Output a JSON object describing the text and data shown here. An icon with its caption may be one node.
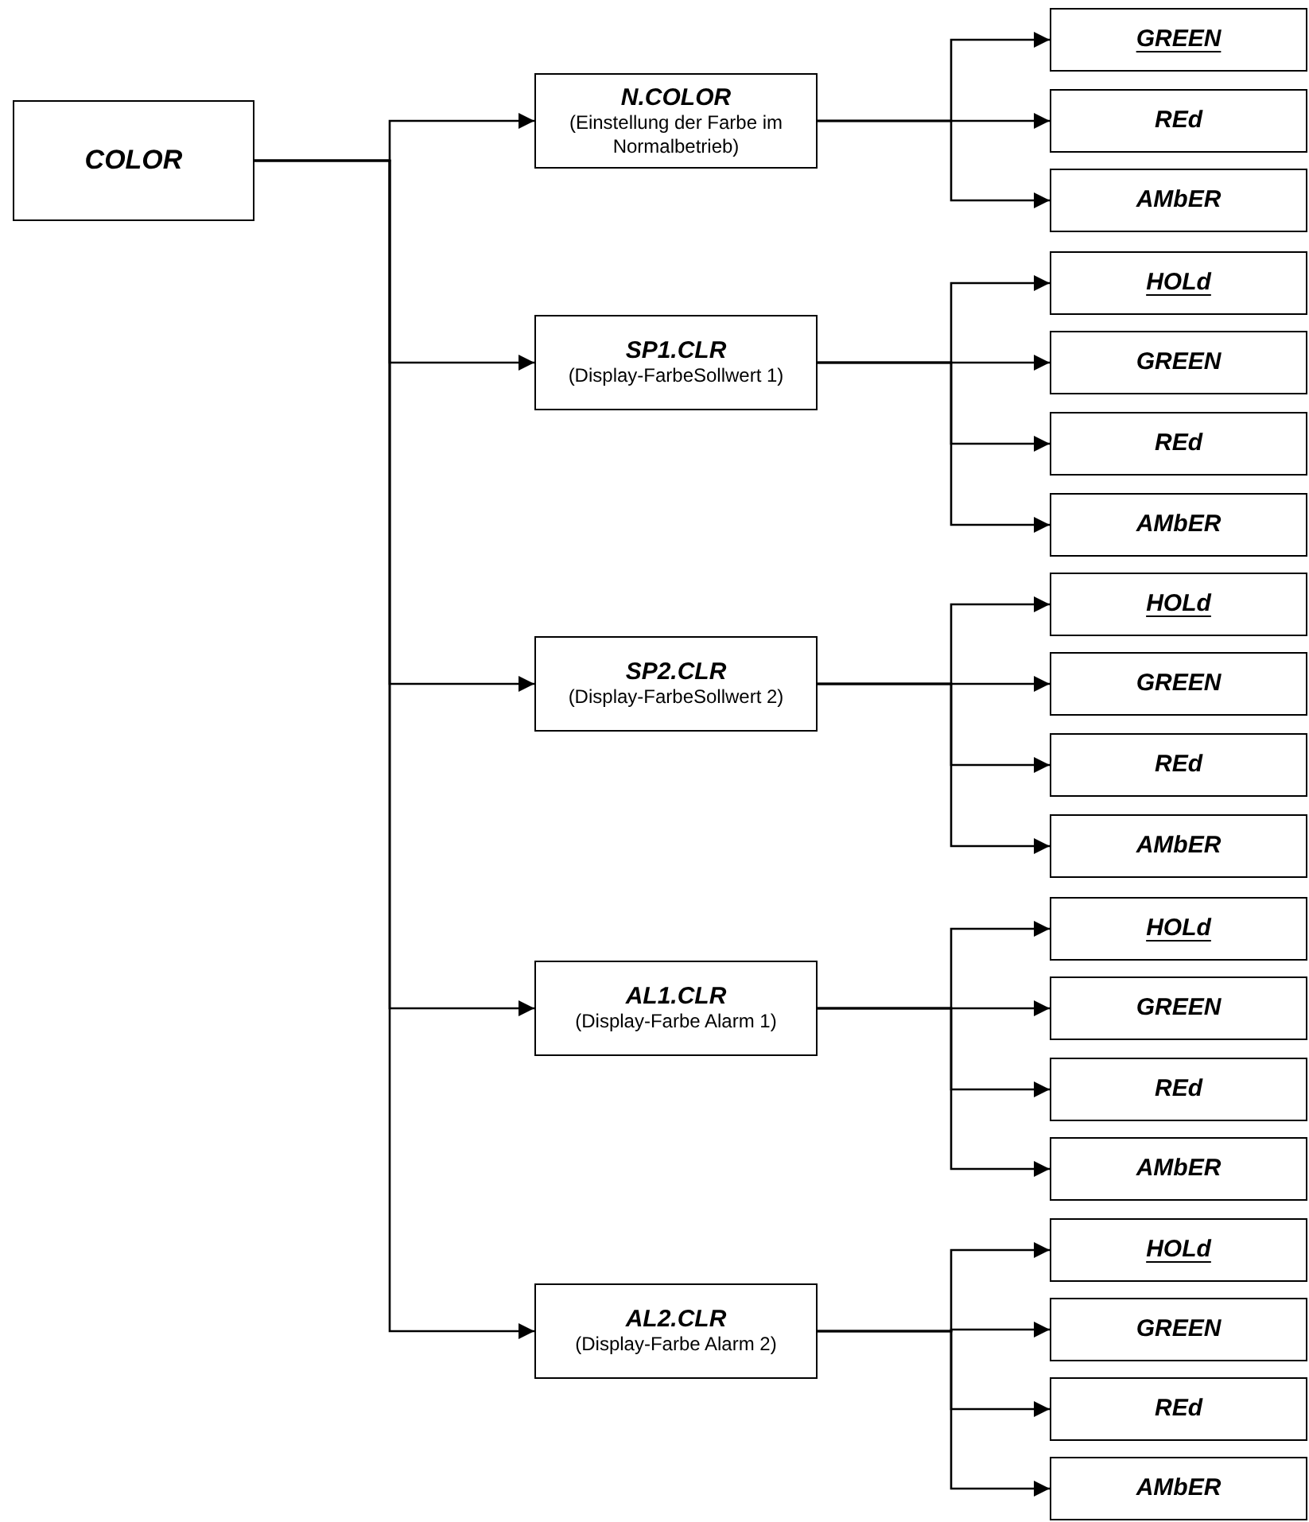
{
  "diagram": {
    "nodes": [
      {
        "text": [
          "COLOR"
        ]
      },
      {
        "text": [
          "N.COLOR",
          "(Einstellung der Farbe im Normalbetrieb)"
        ]
      },
      {
        "text": [
          "GREEN"
        ]
      },
      {
        "text": [
          "REd"
        ]
      },
      {
        "text": [
          "AMbER"
        ]
      },
      {
        "text": [
          "SP1.CLR",
          "(Display-FarbeSollwert 1)"
        ]
      },
      {
        "text": [
          "HOLd"
        ]
      },
      {
        "text": [
          "GREEN"
        ]
      },
      {
        "text": [
          "REd"
        ]
      },
      {
        "text": [
          "AMbER"
        ]
      },
      {
        "text": [
          "SP2.CLR",
          "(Display-FarbeSollwert 2)"
        ]
      },
      {
        "text": [
          "HOLd"
        ]
      },
      {
        "text": [
          "GREEN"
        ]
      },
      {
        "text": [
          "REd"
        ]
      },
      {
        "text": [
          "AMbER"
        ]
      },
      {
        "text": [
          "AL1.CLR",
          "(Display-Farbe Alarm 1)"
        ]
      },
      {
        "text": [
          "HOLd"
        ]
      },
      {
        "text": [
          "GREEN"
        ]
      },
      {
        "text": [
          "REd"
        ]
      },
      {
        "text": [
          "AMbER"
        ]
      },
      {
        "text": [
          "AL2.CLR",
          "(Display-Farbe Alarm 2)"
        ]
      },
      {
        "text": [
          "HOLd"
        ]
      },
      {
        "text": [
          "GREEN"
        ]
      },
      {
        "text": [
          "REd"
        ]
      },
      {
        "text": [
          "AMbER"
        ]
      }
    ],
    "edges": [
      {
        "from": 0,
        "to": 1,
        "arrow": "to"
      },
      {
        "from": 0,
        "to": 5,
        "arrow": "to"
      },
      {
        "from": 0,
        "to": 10,
        "arrow": "to"
      },
      {
        "from": 0,
        "to": 15,
        "arrow": "to"
      },
      {
        "from": 0,
        "to": 20,
        "arrow": "to"
      },
      {
        "from": 1,
        "to": 2,
        "arrow": "to"
      },
      {
        "from": 1,
        "to": 3,
        "arrow": "to"
      },
      {
        "from": 1,
        "to": 4,
        "arrow": "to"
      },
      {
        "from": 5,
        "to": 6,
        "arrow": "to"
      },
      {
        "from": 5,
        "to": 7,
        "arrow": "to"
      },
      {
        "from": 5,
        "to": 8,
        "arrow": "to"
      },
      {
        "from": 5,
        "to": 9,
        "arrow": "to"
      },
      {
        "from": 10,
        "to": 11,
        "arrow": "to"
      },
      {
        "from": 10,
        "to": 12,
        "arrow": "to"
      },
      {
        "from": 10,
        "to": 13,
        "arrow": "to"
      },
      {
        "from": 10,
        "to": 14,
        "arrow": "to"
      },
      {
        "from": 15,
        "to": 16,
        "arrow": "to"
      },
      {
        "from": 15,
        "to": 17,
        "arrow": "to"
      },
      {
        "from": 15,
        "to": 18,
        "arrow": "to"
      },
      {
        "from": 15,
        "to": 19,
        "arrow": "to"
      },
      {
        "from": 20,
        "to": 21,
        "arrow": "to"
      },
      {
        "from": 20,
        "to": 22,
        "arrow": "to"
      },
      {
        "from": 20,
        "to": 23,
        "arrow": "to"
      },
      {
        "from": 20,
        "to": 24,
        "arrow": "to"
      }
    ]
  }
}
